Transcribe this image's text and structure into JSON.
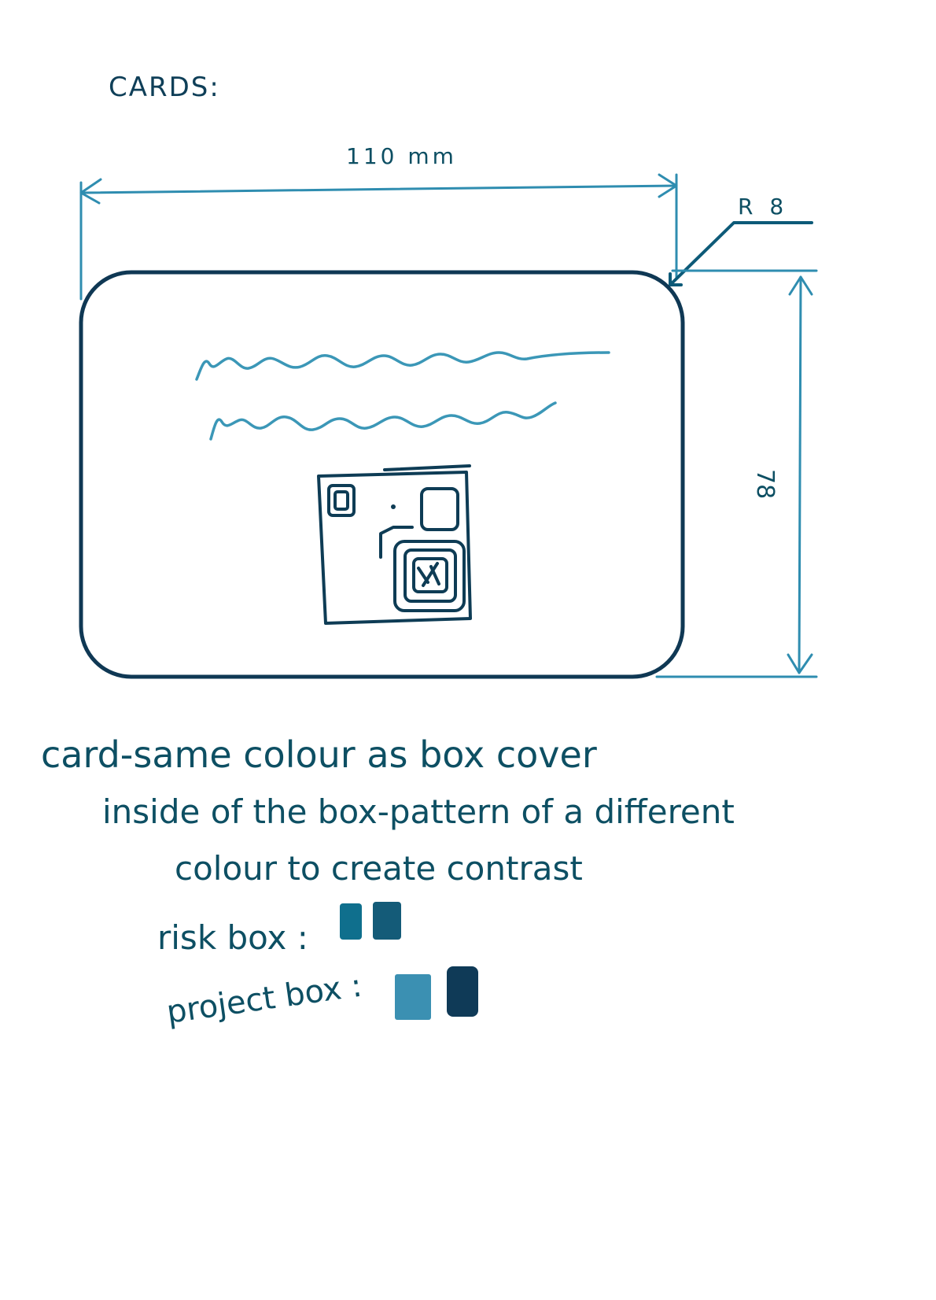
{
  "title": "CARDS:",
  "dimensions": {
    "width_label": "110 mm",
    "radius_label": "R 8",
    "height_label": "78"
  },
  "notes": {
    "line1": "card-same colour as box cover",
    "line2": "inside of the box-pattern of a different",
    "line3": "colour to create contrast"
  },
  "swatches": {
    "risk_box_label": "risk box :",
    "project_box_label": "project box :",
    "risk_box_colors": [
      "#0f6f8d",
      "#145b78"
    ],
    "project_box_colors": [
      "#3b90b2",
      "#0f3a57"
    ]
  },
  "icons": {
    "card_text_placeholder": "wavy-lines-icon",
    "card_pattern": "pattern-sketch-icon"
  }
}
